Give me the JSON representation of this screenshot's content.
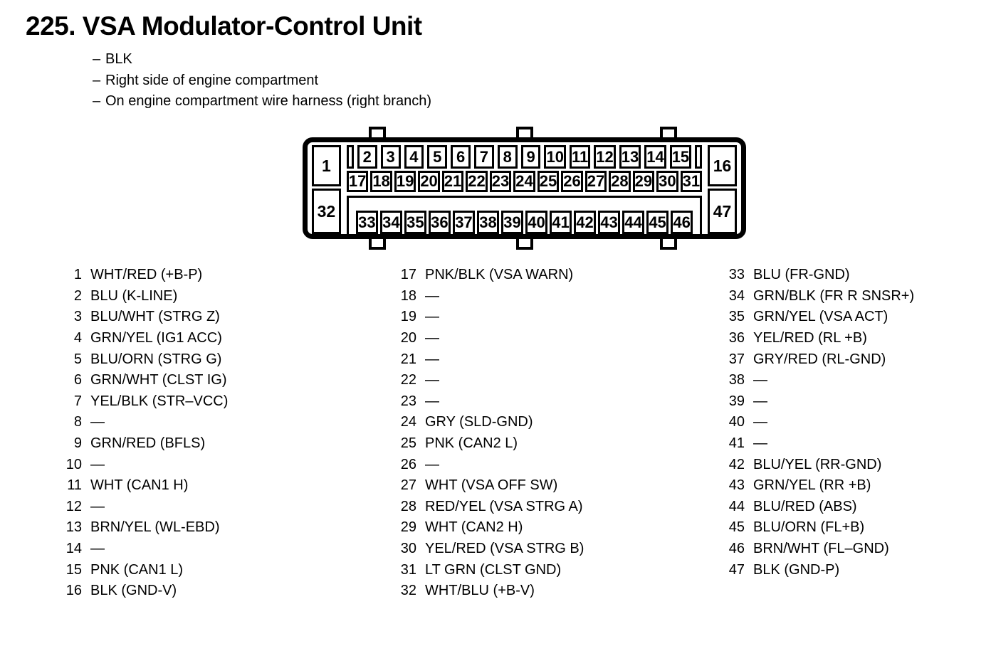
{
  "title": "225. VSA Modulator-Control Unit",
  "note_bullet": "–",
  "notes": [
    "BLK",
    "Right side of engine compartment",
    "On engine compartment wire harness (right branch)"
  ],
  "connector": {
    "corner_pins": {
      "top_left": "1",
      "top_right": "16",
      "bottom_left": "32",
      "bottom_right": "47"
    },
    "row1_pins": [
      "2",
      "3",
      "4",
      "5",
      "6",
      "7",
      "8",
      "9",
      "10",
      "11",
      "12",
      "13",
      "14",
      "15"
    ],
    "row2_pins": [
      "17",
      "18",
      "19",
      "20",
      "21",
      "22",
      "23",
      "24",
      "25",
      "26",
      "27",
      "28",
      "29",
      "30",
      "31"
    ],
    "row3_pins": [
      "33",
      "34",
      "35",
      "36",
      "37",
      "38",
      "39",
      "40",
      "41",
      "42",
      "43",
      "44",
      "45",
      "46"
    ]
  },
  "pin_table": {
    "empty_marker": "—",
    "columns": [
      {
        "entries": [
          {
            "pin": "1",
            "desc": "WHT/RED (+B-P)"
          },
          {
            "pin": "2",
            "desc": "BLU (K-LINE)"
          },
          {
            "pin": "3",
            "desc": "BLU/WHT (STRG Z)"
          },
          {
            "pin": "4",
            "desc": "GRN/YEL (IG1 ACC)"
          },
          {
            "pin": "5",
            "desc": "BLU/ORN (STRG G)"
          },
          {
            "pin": "6",
            "desc": "GRN/WHT (CLST IG)"
          },
          {
            "pin": "7",
            "desc": "YEL/BLK (STR–VCC)"
          },
          {
            "pin": "8",
            "desc": "—"
          },
          {
            "pin": "9",
            "desc": "GRN/RED (BFLS)"
          },
          {
            "pin": "10",
            "desc": "—"
          },
          {
            "pin": "11",
            "desc": "WHT (CAN1 H)"
          },
          {
            "pin": "12",
            "desc": "—"
          },
          {
            "pin": "13",
            "desc": "BRN/YEL (WL-EBD)"
          },
          {
            "pin": "14",
            "desc": "—"
          },
          {
            "pin": "15",
            "desc": "PNK (CAN1 L)"
          },
          {
            "pin": "16",
            "desc": "BLK (GND-V)"
          }
        ]
      },
      {
        "entries": [
          {
            "pin": "17",
            "desc": "PNK/BLK (VSA WARN)"
          },
          {
            "pin": "18",
            "desc": "—"
          },
          {
            "pin": "19",
            "desc": "—"
          },
          {
            "pin": "20",
            "desc": "—"
          },
          {
            "pin": "21",
            "desc": "—"
          },
          {
            "pin": "22",
            "desc": "—"
          },
          {
            "pin": "23",
            "desc": "—"
          },
          {
            "pin": "24",
            "desc": "GRY (SLD-GND)"
          },
          {
            "pin": "25",
            "desc": "PNK (CAN2 L)"
          },
          {
            "pin": "26",
            "desc": "—"
          },
          {
            "pin": "27",
            "desc": "WHT (VSA OFF SW)"
          },
          {
            "pin": "28",
            "desc": "RED/YEL (VSA STRG A)"
          },
          {
            "pin": "29",
            "desc": "WHT (CAN2 H)"
          },
          {
            "pin": "30",
            "desc": "YEL/RED (VSA STRG B)"
          },
          {
            "pin": "31",
            "desc": "LT GRN (CLST GND)"
          },
          {
            "pin": "32",
            "desc": "WHT/BLU (+B-V)"
          }
        ]
      },
      {
        "entries": [
          {
            "pin": "33",
            "desc": "BLU (FR-GND)"
          },
          {
            "pin": "34",
            "desc": "GRN/BLK (FR R SNSR+)"
          },
          {
            "pin": "35",
            "desc": "GRN/YEL (VSA ACT)"
          },
          {
            "pin": "36",
            "desc": "YEL/RED (RL +B)"
          },
          {
            "pin": "37",
            "desc": "GRY/RED (RL-GND)"
          },
          {
            "pin": "38",
            "desc": "—"
          },
          {
            "pin": "39",
            "desc": "—"
          },
          {
            "pin": "40",
            "desc": "—"
          },
          {
            "pin": "41",
            "desc": "—"
          },
          {
            "pin": "42",
            "desc": "BLU/YEL (RR-GND)"
          },
          {
            "pin": "43",
            "desc": "GRN/YEL (RR +B)"
          },
          {
            "pin": "44",
            "desc": "BLU/RED (ABS)"
          },
          {
            "pin": "45",
            "desc": "BLU/ORN (FL+B)"
          },
          {
            "pin": "46",
            "desc": "BRN/WHT (FL–GND)"
          },
          {
            "pin": "47",
            "desc": "BLK (GND-P)"
          }
        ]
      }
    ]
  },
  "colors": {
    "ink": "#000000",
    "paper": "#ffffff"
  }
}
